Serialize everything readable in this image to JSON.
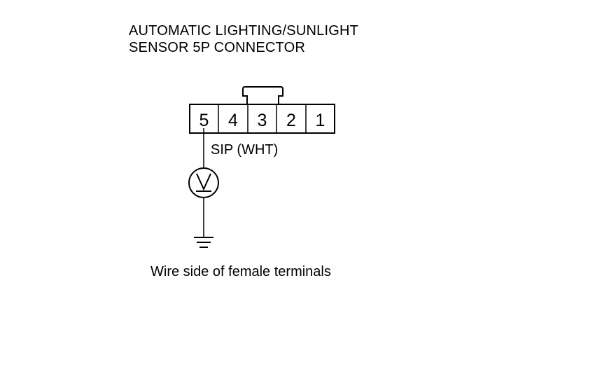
{
  "title": {
    "line1": "AUTOMATIC LIGHTING/SUNLIGHT",
    "line2": "SENSOR 5P CONNECTOR"
  },
  "connector": {
    "pins": [
      "5",
      "4",
      "3",
      "2",
      "1"
    ]
  },
  "wire": {
    "label": "SIP (WHT)"
  },
  "meter": {
    "symbol": "V"
  },
  "caption": "Wire side of female terminals"
}
